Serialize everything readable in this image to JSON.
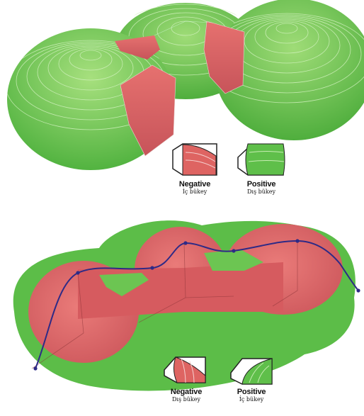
{
  "colors": {
    "green": "#5fbf4a",
    "green_light": "#8fda6a",
    "green_dark": "#3f9a35",
    "red": "#dd6261",
    "red_dark": "#b84a4e",
    "curve": "#2e2a86"
  },
  "top": {
    "legend": {
      "negative": {
        "label": "Negative",
        "sub": "İç bükey"
      },
      "positive": {
        "label": "Positive",
        "sub": "Dış bükey"
      }
    }
  },
  "bottom": {
    "legend": {
      "negative": {
        "label": "Negative",
        "sub": "Dış bükey"
      },
      "positive": {
        "label": "Positive",
        "sub": "İç bükey"
      }
    }
  }
}
